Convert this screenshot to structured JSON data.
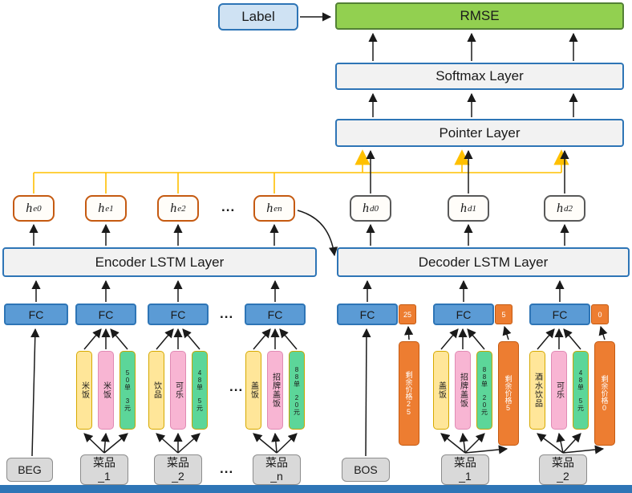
{
  "ellipsis": "...",
  "top": {
    "label": "Label",
    "rmse": "RMSE",
    "softmax": "Softmax Layer",
    "pointer": "Pointer Layer"
  },
  "lstm": {
    "encoder": "Encoder LSTM Layer",
    "decoder": "Decoder LSTM Layer"
  },
  "hidden": {
    "encoder": [
      {
        "base": "h",
        "sub": "e0"
      },
      {
        "base": "h",
        "sub": "e1"
      },
      {
        "base": "h",
        "sub": "e2"
      },
      {
        "base": "h",
        "sub": "en"
      }
    ],
    "decoder": [
      {
        "base": "h",
        "sub": "d0"
      },
      {
        "base": "h",
        "sub": "d1"
      },
      {
        "base": "h",
        "sub": "d2"
      }
    ]
  },
  "fc_label": "FC",
  "price_chips": [
    "25",
    "5",
    "0"
  ],
  "encoder_inputs": [
    {
      "token": "BEG"
    },
    {
      "token": "菜品\n_1",
      "bars": [
        {
          "text": "米饭"
        },
        {
          "text": "米饭"
        },
        {
          "text": "50单 3元"
        }
      ]
    },
    {
      "token": "菜品\n_2",
      "bars": [
        {
          "text": "饮品"
        },
        {
          "text": "可乐"
        },
        {
          "text": "48单 5元"
        }
      ]
    },
    {
      "token": "菜品\n_n",
      "bars": [
        {
          "text": "盖饭"
        },
        {
          "text": "招牌盖饭"
        },
        {
          "text": "88单 20元"
        }
      ]
    }
  ],
  "decoder_inputs": [
    {
      "token": "BOS",
      "bars": [
        {
          "text": "剩余价格25"
        }
      ]
    },
    {
      "token": "菜品\n_1",
      "bars": [
        {
          "text": "盖饭"
        },
        {
          "text": "招牌盖饭"
        },
        {
          "text": "88单 20元"
        },
        {
          "text": "剩余价格5"
        }
      ]
    },
    {
      "token": "菜品\n_2",
      "bars": [
        {
          "text": "酒水饮品"
        },
        {
          "text": "可乐"
        },
        {
          "text": "48单 5元"
        },
        {
          "text": "剩余价格0"
        }
      ]
    }
  ],
  "colors": {
    "accent_blue": "#2e75b6",
    "fc_fill": "#5b9bd5",
    "rmse_green": "#92d050",
    "orange": "#ed7d31",
    "yellow_bar": "#ffe699",
    "pink_bar": "#f8b5d3",
    "green_bar": "#5cd699",
    "token_gray": "#d9d9d9",
    "attention_yellow": "#ffc000"
  }
}
